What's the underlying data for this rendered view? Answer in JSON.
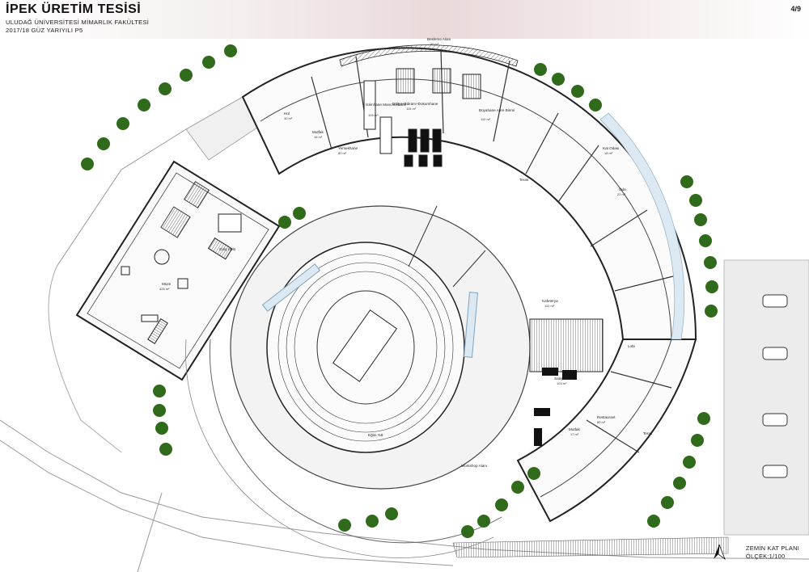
{
  "sheet": {
    "title": "İPEK ÜRETİM TESİSİ",
    "faculty": "ULUDAĞ ÜNİVERSİTESİ MİMARLIK FAKÜLTESİ",
    "term": "2017/18 GÜZ YARIYILI  P5",
    "page": "4/9",
    "plan_name": "ZEMİN KAT PLANI",
    "scale": "ÖLÇEK:1/100"
  },
  "rooms": [
    {
      "id": "room-besleme-alani",
      "name": "Besleme Alanı",
      "area": "40 m²"
    },
    {
      "id": "room-istimhane",
      "name": "İstimhane Mancınıkhane",
      "area": "105 m²"
    },
    {
      "id": "room-dolgu",
      "name": "Dölgü+Büküm+Dokumhane",
      "area": "115 m²"
    },
    {
      "id": "room-boyahane",
      "name": "Boyahane Apre Birimi",
      "area": "110 m²"
    },
    {
      "id": "room-yemekhane",
      "name": "Yemekhane",
      "area": "80 m²"
    },
    {
      "id": "room-mutfak-top",
      "name": "Mutfak",
      "area": "15 m²"
    },
    {
      "id": "room-hol",
      "name": "Hol",
      "area": "30 m²"
    },
    {
      "id": "room-muze",
      "name": "Müze",
      "area": "425 m²"
    },
    {
      "id": "room-giris-holu",
      "name": "Giriş Holü",
      "area": ""
    },
    {
      "id": "room-teras-top",
      "name": "Teras",
      "area": ""
    },
    {
      "id": "room-kat-odasi",
      "name": "Kat Odası",
      "area": "18 m²"
    },
    {
      "id": "room-oda",
      "name": "Oda",
      "area": "22 m²"
    },
    {
      "id": "room-kafeterya",
      "name": "Kafeterya",
      "area": "110 m²"
    },
    {
      "id": "room-lobi",
      "name": "Lobi",
      "area": ""
    },
    {
      "id": "room-satis-birimi",
      "name": "Satış Birimi",
      "area": "103 m²"
    },
    {
      "id": "room-mutfak-bottom",
      "name": "Mutfak",
      "area": "17 m²"
    },
    {
      "id": "room-restaurant",
      "name": "Restaurant",
      "area": "80 m²"
    },
    {
      "id": "room-teras-bottom",
      "name": "Teras",
      "area": ""
    },
    {
      "id": "room-workshop",
      "name": "Workshop Alanı",
      "area": ""
    },
    {
      "id": "room-egim",
      "name": "Eğim %8",
      "area": ""
    }
  ]
}
